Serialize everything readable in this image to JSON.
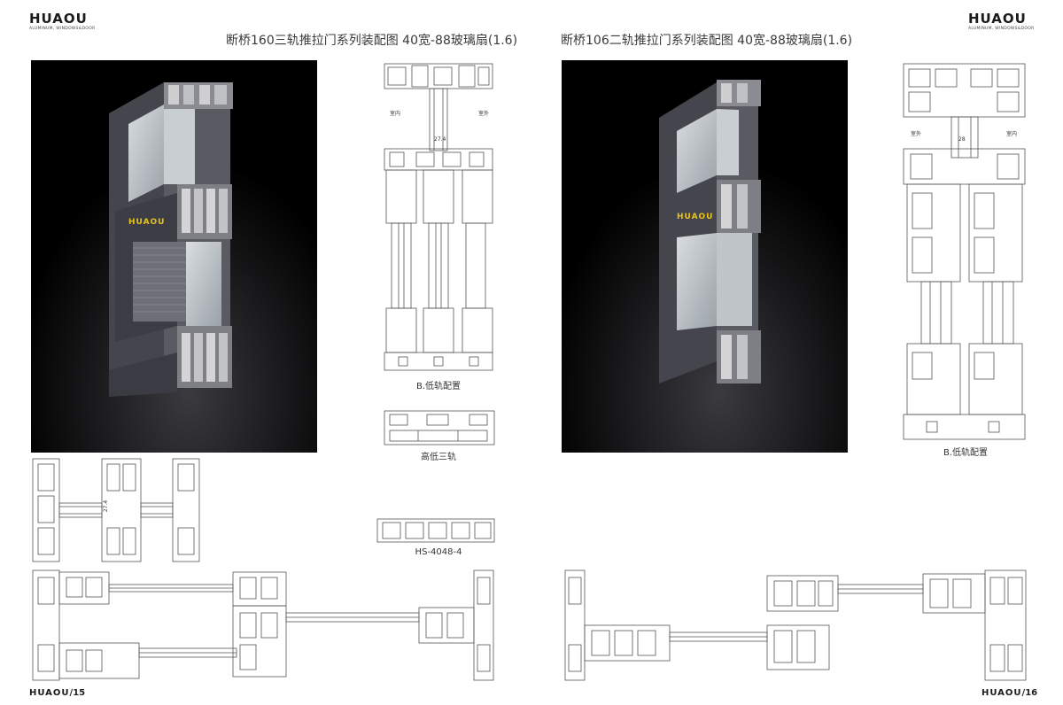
{
  "left_page": {
    "brand": {
      "name": "HUAOU",
      "tagline": "ALUMINUM, WINDOWS&DOOR"
    },
    "title": "断桥160三轨推拉门系列装配图  40宽-88玻璃扇(1.6)",
    "render_brand": "HUAOU",
    "labels": {
      "indoor": "室内",
      "outdoor": "室外",
      "dimension": "27.4",
      "low_rail": "B.低轨配置",
      "high_low": "高低三轨",
      "part_code": "HS-4048-4",
      "side_dimension": "27.4"
    },
    "footer": {
      "brand": "HUAOU",
      "page": "/15"
    }
  },
  "right_page": {
    "brand": {
      "name": "HUAOU",
      "tagline": "ALUMINUM, WINDOWS&DOOR"
    },
    "title": "断桥106二轨推拉门系列装配图  40宽-88玻璃扇(1.6)",
    "render_brand": "HUAOU",
    "labels": {
      "indoor": "室内",
      "outdoor": "室外",
      "dimension": "28",
      "low_rail": "B.低轨配置"
    },
    "footer": {
      "brand": "HUAOU",
      "page": "/16"
    }
  },
  "colors": {
    "profile_stroke": "#555555",
    "render_bg": "#000000",
    "frame_grey": "#4a4a52",
    "brand_yellow": "#e8c21a"
  }
}
